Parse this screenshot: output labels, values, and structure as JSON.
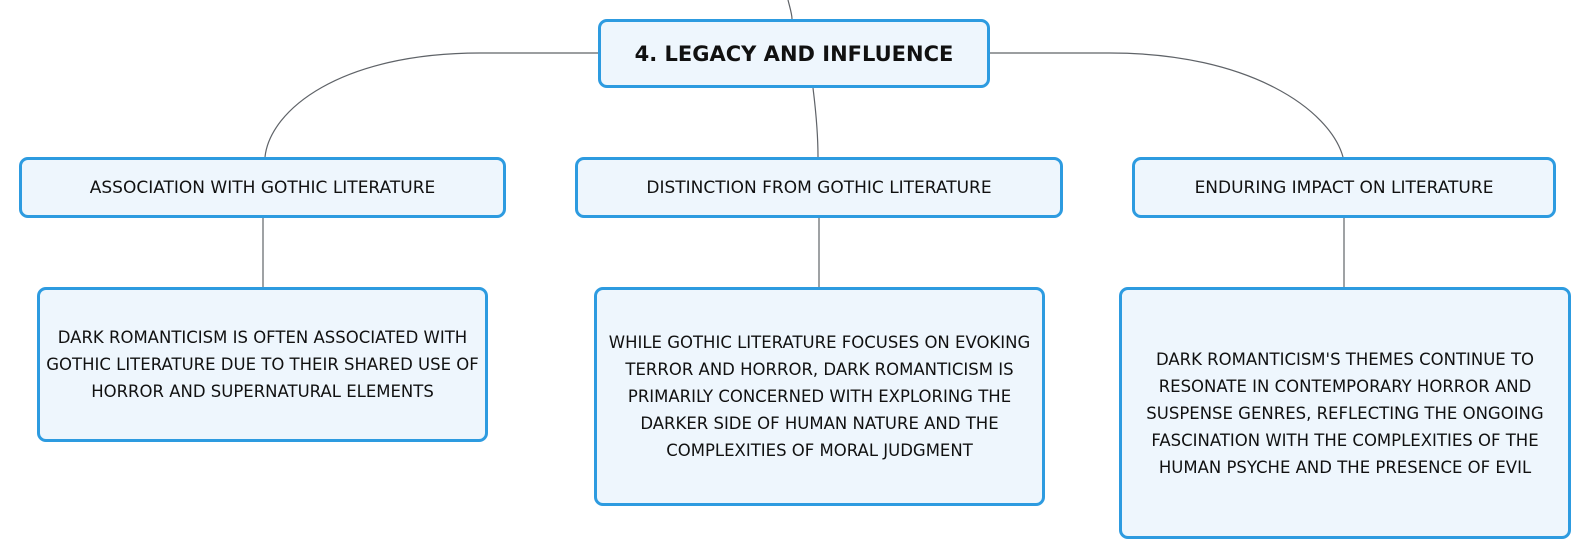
{
  "diagram": {
    "root": {
      "label": "4. LEGACY AND INFLUENCE"
    },
    "branches": [
      {
        "label": "ASSOCIATION WITH GOTHIC LITERATURE",
        "detail": "DARK ROMANTICISM IS OFTEN ASSOCIATED WITH GOTHIC LITERATURE DUE TO THEIR SHARED USE OF HORROR AND SUPERNATURAL ELEMENTS"
      },
      {
        "label": "DISTINCTION FROM GOTHIC LITERATURE",
        "detail": "WHILE GOTHIC LITERATURE FOCUSES ON EVOKING TERROR AND HORROR, DARK ROMANTICISM IS PRIMARILY CONCERNED WITH EXPLORING THE DARKER SIDE OF HUMAN NATURE AND THE COMPLEXITIES OF MORAL JUDGMENT"
      },
      {
        "label": "ENDURING IMPACT ON LITERATURE",
        "detail": "DARK ROMANTICISM'S THEMES CONTINUE TO RESONATE IN CONTEMPORARY HORROR AND SUSPENSE GENRES, REFLECTING THE ONGOING FASCINATION WITH THE COMPLEXITIES OF THE HUMAN PSYCHE AND THE PRESENCE OF EVIL"
      }
    ]
  },
  "colors": {
    "node_border": "#2d9be0",
    "node_fill": "#eef6fd",
    "connector": "#5f6368",
    "text": "#111111"
  }
}
